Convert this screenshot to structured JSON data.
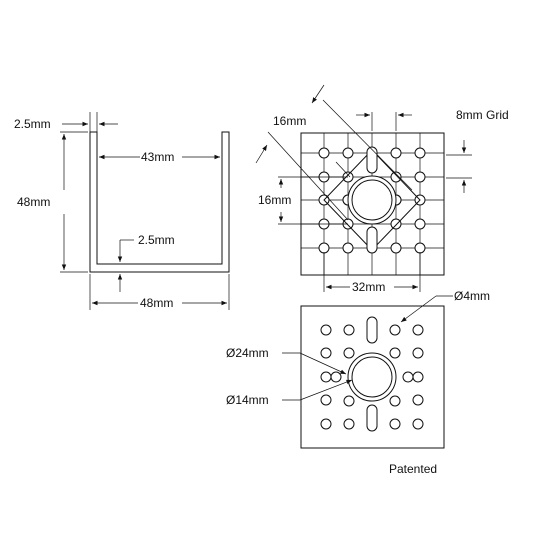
{
  "dims": {
    "wall": "2.5mm",
    "inner": "43mm",
    "height": "48mm",
    "base": "2.5mm",
    "width": "48mm",
    "diag": "16mm",
    "grid": "8mm Grid",
    "hole_sp": "16mm",
    "span": "32mm",
    "hole_dia": "Ø4mm",
    "bolt_circle": "Ø24mm",
    "bore": "Ø14mm"
  },
  "note": "Patented",
  "colors": {
    "line": "#111111",
    "background": "#ffffff"
  }
}
